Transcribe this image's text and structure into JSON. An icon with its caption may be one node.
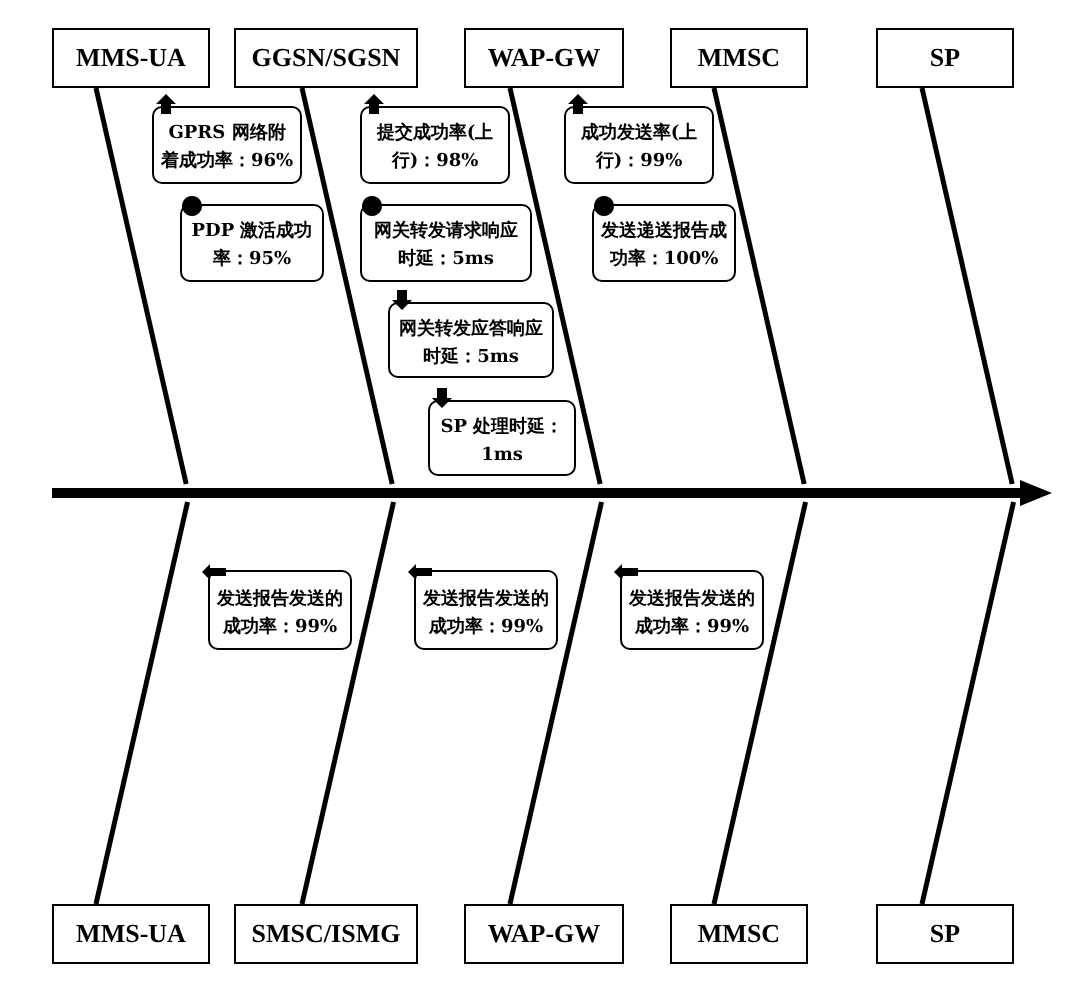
{
  "diagram": {
    "nodes": [
      {
        "text": [
          "MMS-UA"
        ]
      },
      {
        "text": [
          "GGSN/SGSN"
        ]
      },
      {
        "text": [
          "WAP-GW"
        ]
      },
      {
        "text": [
          "MMSC"
        ]
      },
      {
        "text": [
          "SP"
        ]
      },
      {
        "text": [
          "GPRS 网络附着成功率：96%"
        ]
      },
      {
        "text": [
          "PDP 激活成功率：95%"
        ]
      },
      {
        "text": [
          "提交成功率(上行)：98%"
        ]
      },
      {
        "text": [
          "网关转发请求响应时延：5ms"
        ]
      },
      {
        "text": [
          "网关转发应答响应时延：5ms"
        ]
      },
      {
        "text": [
          "SP 处理时延：1ms"
        ]
      },
      {
        "text": [
          "成功发送率(上行)：99%"
        ]
      },
      {
        "text": [
          "发送递送报告成功率：100%"
        ]
      },
      {
        "text": [],
        "shape": "arrow"
      },
      {
        "text": [
          "发送报告发送的成功率：99%"
        ]
      },
      {
        "text": [
          "发送报告发送的成功率：99%"
        ]
      },
      {
        "text": [
          "发送报告发送的成功率：99%"
        ]
      },
      {
        "text": [
          "MMS-UA"
        ]
      },
      {
        "text": [
          "SMSC/ISMG"
        ]
      },
      {
        "text": [
          "WAP-GW"
        ]
      },
      {
        "text": [
          "MMSC"
        ]
      },
      {
        "text": [
          "SP"
        ]
      }
    ],
    "edges": [
      {
        "from": 0,
        "to": 13,
        "arrow": "none"
      },
      {
        "from": 1,
        "to": 13,
        "arrow": "none"
      },
      {
        "from": 2,
        "to": 13,
        "arrow": "none"
      },
      {
        "from": 3,
        "to": 13,
        "arrow": "none"
      },
      {
        "from": 4,
        "to": 13,
        "arrow": "none"
      },
      {
        "from": 17,
        "to": 13,
        "arrow": "none"
      },
      {
        "from": 18,
        "to": 13,
        "arrow": "none"
      },
      {
        "from": 19,
        "to": 13,
        "arrow": "none"
      },
      {
        "from": 20,
        "to": 13,
        "arrow": "none"
      },
      {
        "from": 21,
        "to": 13,
        "arrow": "none"
      }
    ]
  }
}
